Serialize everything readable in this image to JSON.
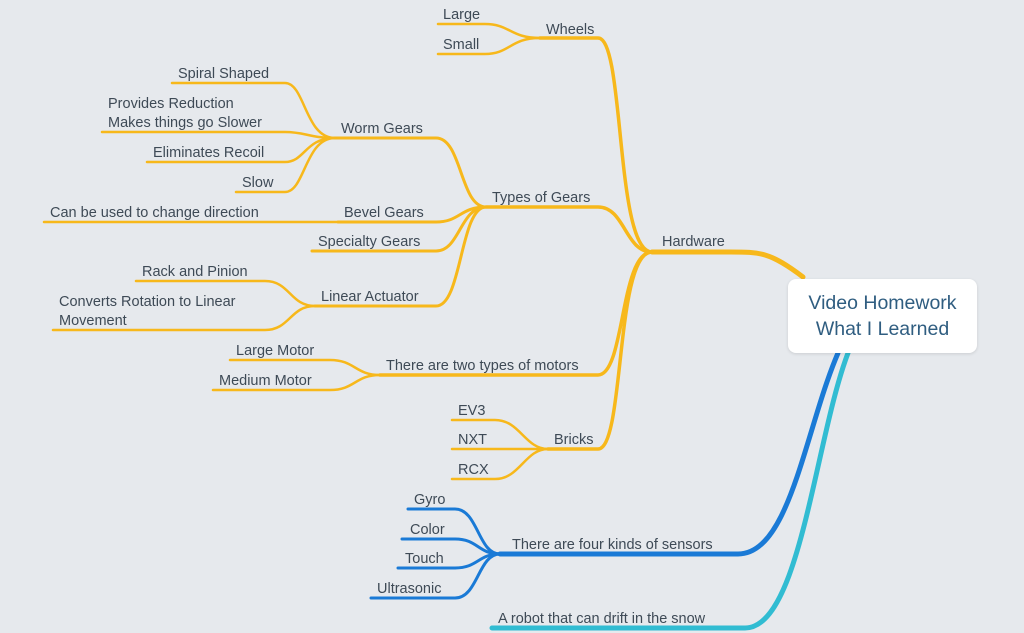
{
  "central_topic": {
    "line1": "Video Homework",
    "line2": "What I Learned"
  },
  "colors": {
    "hardware_branch": "#f7b81b",
    "sensors_branch": "#1a7ad6",
    "snow_branch": "#31bcd2",
    "label_text": "#3e4a56",
    "root_text": "#2f5d80",
    "background": "#e6e9ed"
  },
  "nodes": {
    "hardware": "Hardware",
    "wheels": "Wheels",
    "wheels_large": "Large",
    "wheels_small": "Small",
    "types_of_gears": "Types of Gears",
    "worm_gears": "Worm Gears",
    "worm_spiral": "Spiral Shaped",
    "worm_reduction_1": "Provides Reduction",
    "worm_reduction_2": "Makes things go Slower",
    "worm_recoil": "Eliminates Recoil",
    "worm_slow": "Slow",
    "bevel_gears": "Bevel Gears",
    "bevel_direction": "Can be used to change direction",
    "specialty_gears": "Specialty Gears",
    "linear_actuator": "Linear Actuator",
    "rack_pinion": "Rack and Pinion",
    "converts_1": "Converts Rotation to Linear",
    "converts_2": "Movement",
    "motors": "There are two types of motors",
    "large_motor": "Large Motor",
    "medium_motor": "Medium Motor",
    "bricks": "Bricks",
    "ev3": "EV3",
    "nxt": "NXT",
    "rcx": "RCX",
    "sensors": "There are four kinds of sensors",
    "gyro": "Gyro",
    "color": "Color",
    "touch": "Touch",
    "ultrasonic": "Ultrasonic",
    "snow_robot": "A robot that can drift in the snow"
  }
}
